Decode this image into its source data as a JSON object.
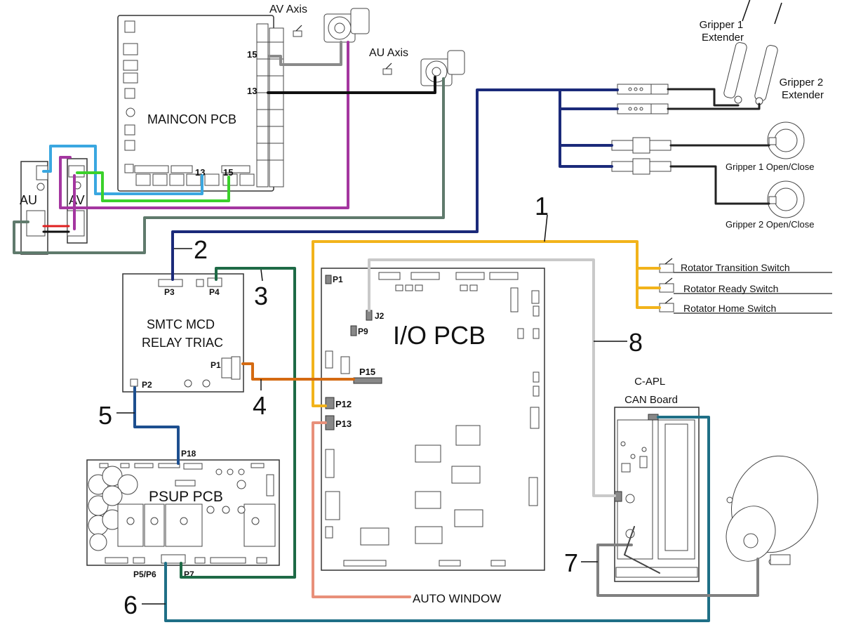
{
  "labels": {
    "maincon": "MAINCON PCB",
    "av_axis": "AV Axis",
    "au_axis": "AU Axis",
    "au": "AU",
    "av": "AV",
    "maincon_15_right": "15",
    "maincon_13_right": "13",
    "maincon_13_bottom": "13",
    "maincon_15_bottom": "15",
    "gripper1_extender": [
      "Gripper 1",
      "Extender"
    ],
    "gripper2_extender": [
      "Gripper 2",
      "Extender"
    ],
    "gripper1_openclose": "Gripper 1 Open/Close",
    "gripper2_openclose": "Gripper 2 Open/Close",
    "smtc": [
      "SMTC MCD",
      "RELAY TRIAC"
    ],
    "smtc_p3": "P3",
    "smtc_p4": "P4",
    "smtc_p1": "P1",
    "smtc_p2": "P2",
    "io_pcb": "I/O PCB",
    "io_p1": "P1",
    "io_j2": "J2",
    "io_p9": "P9",
    "io_p15": "P15",
    "io_p12": "P12",
    "io_p13": "P13",
    "rotator_transition": "Rotator Transition Switch",
    "rotator_ready": "Rotator Ready Switch",
    "rotator_home": "Rotator Home Switch",
    "capl": [
      "C-APL",
      "CAN Board"
    ],
    "psup": "PSUP PCB",
    "psup_p18": "P18",
    "psup_p5p6": "P5/P6",
    "psup_p7": "P7",
    "auto_window": "AUTO WINDOW",
    "num1": "1",
    "num2": "2",
    "num3": "3",
    "num4": "4",
    "num5": "5",
    "num6": "6",
    "num7": "7",
    "num8": "8"
  },
  "colors": {
    "wire1": "#f2b31b",
    "wire2": "#1b2a7a",
    "wire3": "#1e6a46",
    "wire4": "#d46a12",
    "wire5": "#1d4f8f",
    "wire6": "#1f6f86",
    "wire7": "#808080",
    "wire8": "#c9c9c9",
    "purple": "#a436a0",
    "lightblue": "#3aa7e0",
    "green": "#3bd12b",
    "black": "#111111",
    "grey": "#8a8a8a",
    "slate": "#5f7a6c",
    "salmon": "#e8907a",
    "red": "#e02020"
  }
}
